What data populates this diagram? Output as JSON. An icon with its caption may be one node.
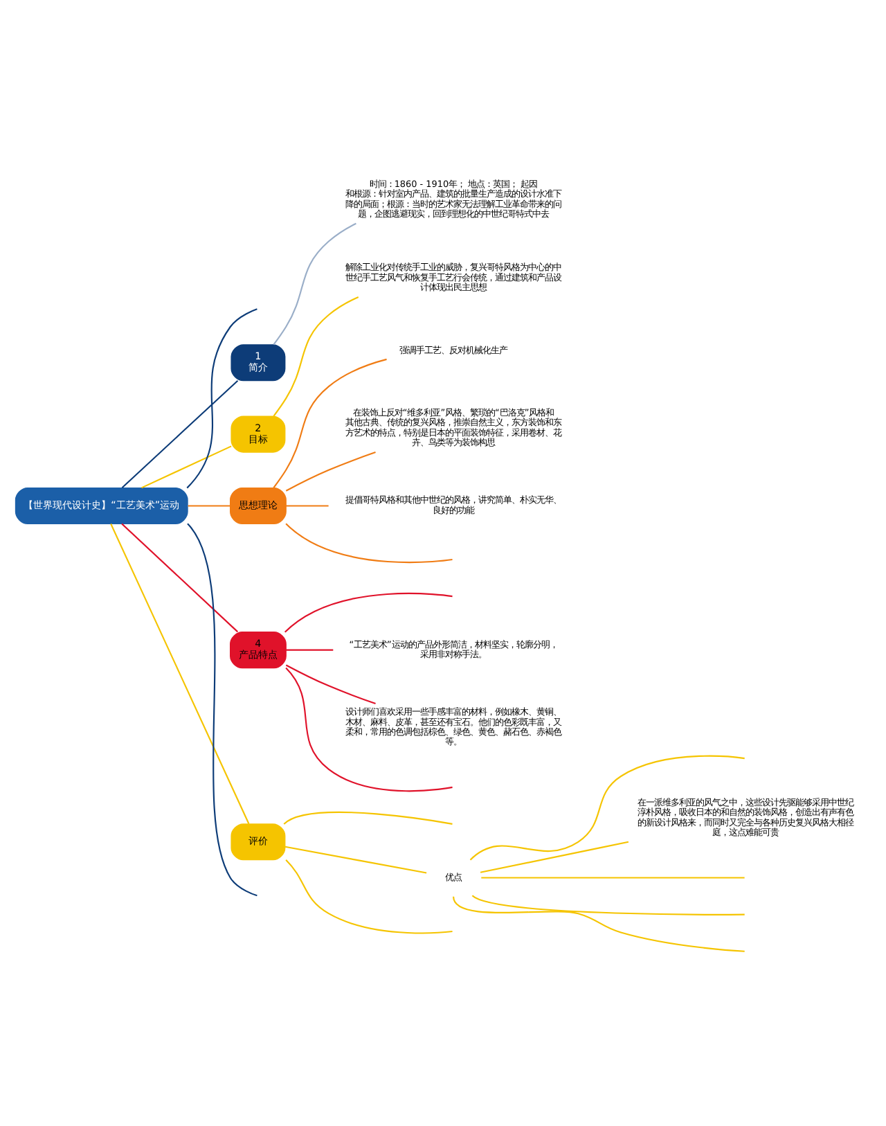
{
  "diagram": {
    "nodes": [
      {
        "text": [
          "【世界现代设计史】“工艺美术”运动"
        ]
      },
      {
        "text": [
          "1",
          "简介"
        ]
      },
      {
        "text": [
          "时间：1860 - 1910年； 地点：英国； 起因和根源：针对室内产品、建筑的批量生产造成的设计水准下降的局面；根源：当时的艺术家无法理解工业革命带来的问题，企图逃避现实，回到理想化的中世纪哥特式中去"
        ]
      },
      {
        "text": [
          "2",
          "目标"
        ]
      },
      {
        "text": [
          "解除工业化对传统手工业的威胁，复兴哥特风格为中心的中世纪手工艺风气和恢复手工艺行会传统，通过建筑和产品设计体现出民主思想"
        ]
      },
      {
        "text": [
          "思想理论"
        ]
      },
      {
        "text": [
          "强调手工艺、反对机械化生产"
        ]
      },
      {
        "text": [
          "在装饰上反对“维多利亚”风格、繁琐的“巴洛克”风格和其他古典、传统的复兴风格，推崇自然主义，东方装饰和东方艺术的特点，特别是日本的平面装饰特征，采用卷材、花卉、鸟类等为装饰构思"
        ]
      },
      {
        "text": [
          "提倡哥特风格和其他中世纪的风格，讲究简单、朴实无华、良好的功能"
        ]
      },
      {
        "text": [
          "4",
          "产品特点"
        ]
      },
      {
        "text": [
          "“工艺美术”运动的产品外形简洁，材料坚实，轮廓分明，采用非对称手法。"
        ]
      },
      {
        "text": [
          "设计师们喜欢采用一些手感丰富的材料，例如橡木、黄铜、木材、麻料、皮革，甚至还有宝石。他们的色彩既丰富，又柔和，常用的色调包括棕色、绿色、黄色、赭石色、赤褐色等。"
        ]
      },
      {
        "text": [
          "评价"
        ]
      },
      {
        "text": [
          "优点"
        ]
      },
      {
        "text": [
          "在一派维多利亚的风气之中，这些设计先驱能够采用中世纪淳朴风格，吸收日本的和自然的装饰风格，创造出有声有色的新设计风格来，而同时又完全与各种历史复兴风格大相径庭，这点难能可贵"
        ]
      }
    ],
    "edges": [
      {
        "from": 0,
        "to": 1,
        "arrow": "none",
        "color": "#0d3c78"
      },
      {
        "from": 0,
        "to": 3,
        "arrow": "none",
        "color": "#f5c400"
      },
      {
        "from": 0,
        "to": 5,
        "arrow": "none",
        "color": "#f07c14"
      },
      {
        "from": 0,
        "to": 9,
        "arrow": "none",
        "color": "#e0122a"
      },
      {
        "from": 0,
        "to": 12,
        "arrow": "none",
        "color": "#f5c400"
      },
      {
        "from": 0,
        "to": null,
        "arrow": "none",
        "color": "#0d3c78"
      },
      {
        "from": 0,
        "to": null,
        "arrow": "none",
        "color": "#0d3c78"
      },
      {
        "from": 1,
        "to": 2,
        "arrow": "none",
        "color": "#9aaec8"
      },
      {
        "from": 3,
        "to": 4,
        "arrow": "none",
        "color": "#f5c400"
      },
      {
        "from": 5,
        "to": 6,
        "arrow": "none",
        "color": "#f07c14"
      },
      {
        "from": 5,
        "to": 7,
        "arrow": "none",
        "color": "#f07c14"
      },
      {
        "from": 5,
        "to": 8,
        "arrow": "none",
        "color": "#f07c14"
      },
      {
        "from": 5,
        "to": null,
        "arrow": "none",
        "color": "#f07c14"
      },
      {
        "from": 9,
        "to": 10,
        "arrow": "none",
        "color": "#e0122a"
      },
      {
        "from": 9,
        "to": 11,
        "arrow": "none",
        "color": "#e0122a"
      },
      {
        "from": 9,
        "to": null,
        "arrow": "none",
        "color": "#e0122a"
      },
      {
        "from": 9,
        "to": null,
        "arrow": "none",
        "color": "#e0122a"
      },
      {
        "from": 12,
        "to": 13,
        "arrow": "none",
        "color": "#f5c400"
      },
      {
        "from": 12,
        "to": null,
        "arrow": "none",
        "color": "#f5c400"
      },
      {
        "from": 12,
        "to": null,
        "arrow": "none",
        "color": "#f5c400"
      },
      {
        "from": 13,
        "to": 14,
        "arrow": "none",
        "color": "#f5c400"
      },
      {
        "from": 13,
        "to": null,
        "arrow": "none",
        "color": "#f5c400"
      },
      {
        "from": 13,
        "to": null,
        "arrow": "none",
        "color": "#f5c400"
      },
      {
        "from": 13,
        "to": null,
        "arrow": "none",
        "color": "#f5c400"
      },
      {
        "from": 13,
        "to": null,
        "arrow": "none",
        "color": "#f5c400"
      }
    ]
  }
}
